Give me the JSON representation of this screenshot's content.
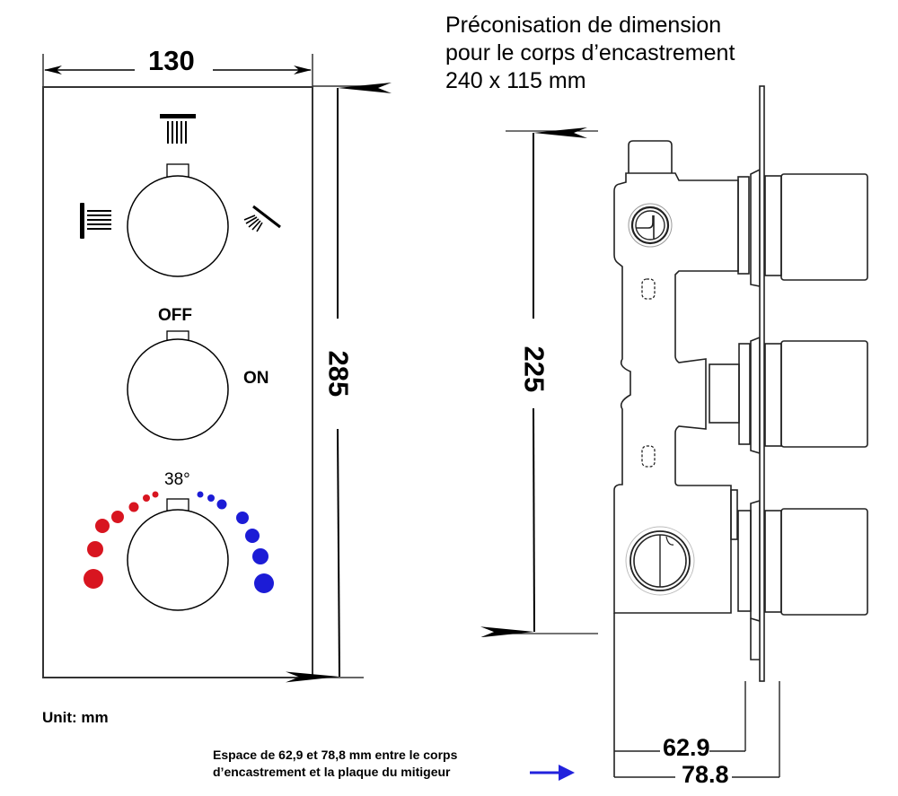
{
  "front_view": {
    "width_dimension": "130",
    "height_dimension": "285",
    "diverter": {
      "icons": [
        "overhead-shower-icon",
        "body-jets-icon",
        "hand-shower-icon"
      ]
    },
    "valve": {
      "off_label": "OFF",
      "on_label": "ON"
    },
    "thermostat": {
      "temperature_label": "38°",
      "hot_color": "#d81520",
      "cold_color": "#1c1cd6"
    }
  },
  "side_view": {
    "title_lines": [
      "Préconisation de dimension",
      "pour le corps d’encastrement",
      "240 x 115 mm"
    ],
    "height_dimension": "225",
    "depth_min": "62.9",
    "depth_max": "78.8"
  },
  "unit_label": "Unit: mm",
  "note": {
    "lines": [
      "Espace de 62,9 et 78,8 mm entre le corps",
      "d’encastrement et la plaque du mitigeur"
    ],
    "arrow_color": "#2222dd"
  }
}
